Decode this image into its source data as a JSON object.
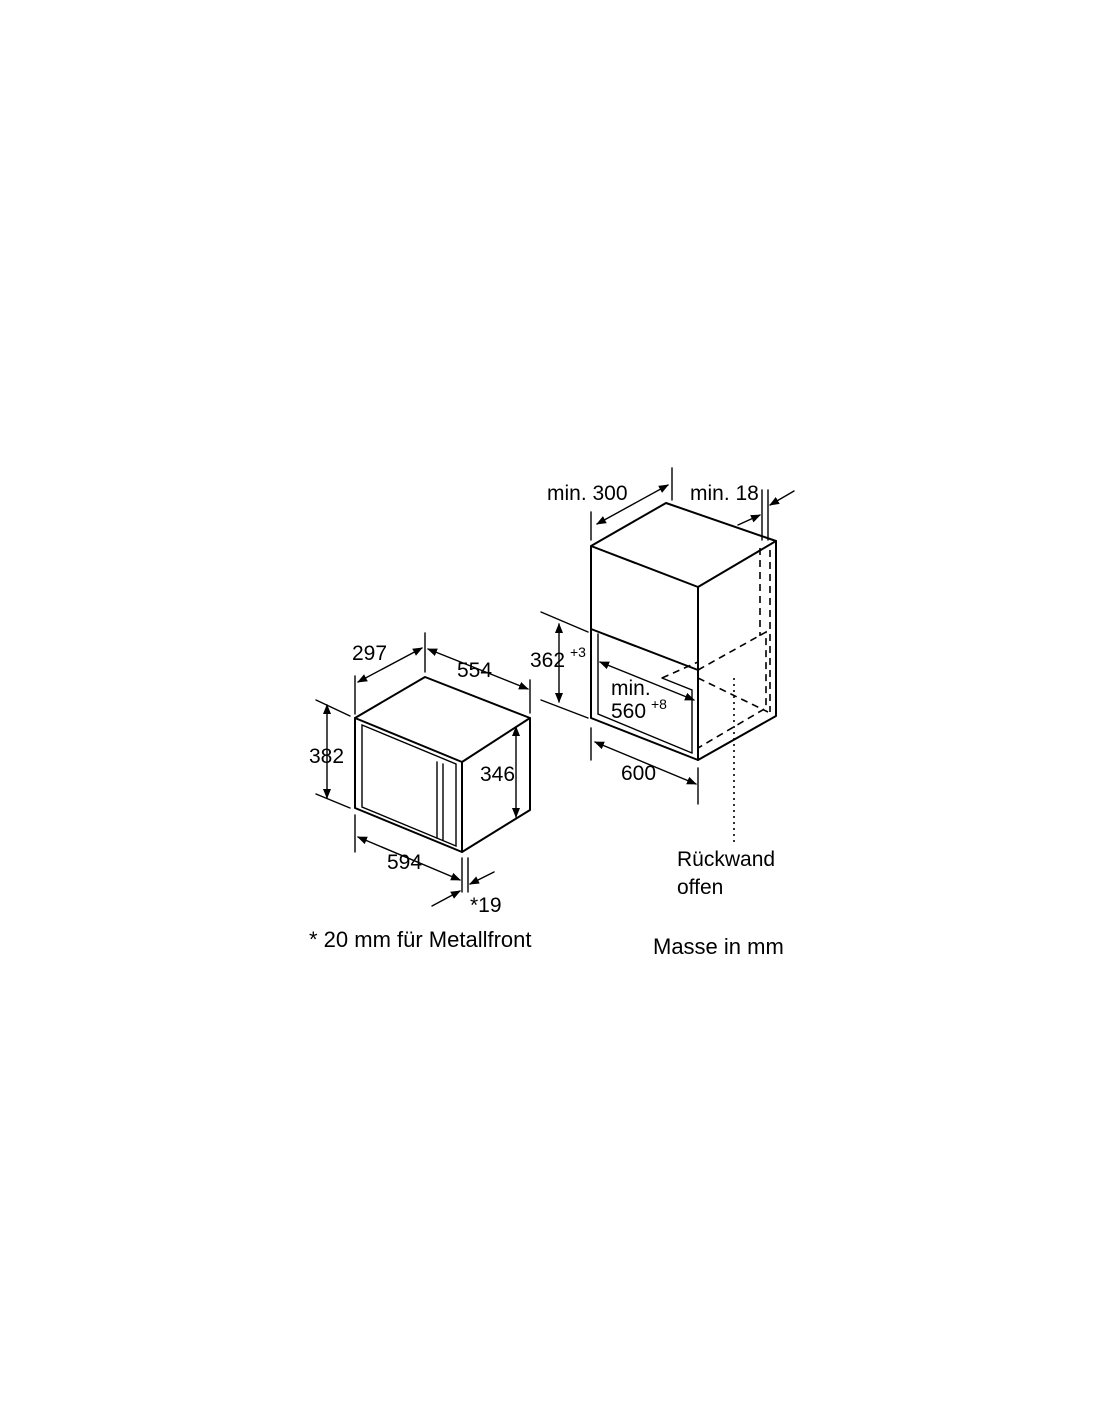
{
  "appliance": {
    "dim_depth_housing": "297",
    "dim_depth_total": "554",
    "dim_height": "382",
    "dim_inner_height": "346",
    "dim_width": "594",
    "dim_front_thickness": "*19"
  },
  "niche": {
    "dim_depth_min": "min. 300",
    "dim_wall_min": "min. 18",
    "dim_height_base": "362",
    "dim_height_tol": "+3",
    "dim_width_min_label": "min.",
    "dim_width_base": "560",
    "dim_width_tol": "+8",
    "dim_cabinet_width": "600",
    "back_wall_line1": "Rückwand",
    "back_wall_line2": "offen"
  },
  "notes": {
    "footnote": "* 20 mm für Metallfront",
    "units": "Masse in mm"
  }
}
